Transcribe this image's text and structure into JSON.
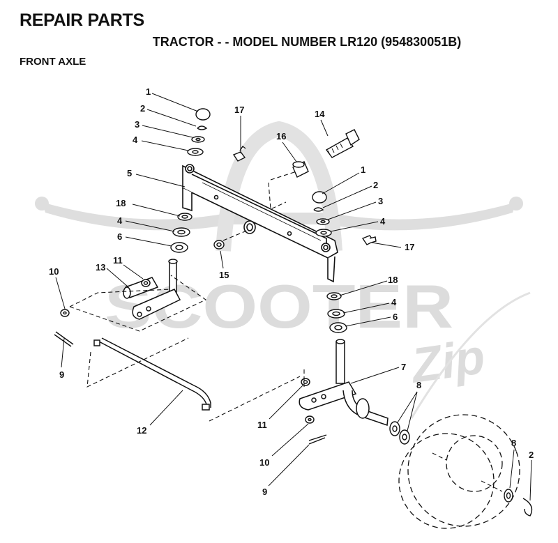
{
  "header": {
    "title": "REPAIR PARTS",
    "subtitle": "TRACTOR - - MODEL NUMBER LR120 (954830051B)",
    "section": "FRONT AXLE"
  },
  "watermark": {
    "brand": "SCOOTER",
    "script": "Zip",
    "color": "#dcdcdc"
  },
  "callouts": [
    {
      "id": "c1a",
      "label": "1"
    },
    {
      "id": "c2a",
      "label": "2"
    },
    {
      "id": "c3a",
      "label": "3"
    },
    {
      "id": "c4a",
      "label": "4"
    },
    {
      "id": "c5",
      "label": "5"
    },
    {
      "id": "c17a",
      "label": "17"
    },
    {
      "id": "c14",
      "label": "14"
    },
    {
      "id": "c16",
      "label": "16"
    },
    {
      "id": "c1b",
      "label": "1"
    },
    {
      "id": "c2b",
      "label": "2"
    },
    {
      "id": "c3b",
      "label": "3"
    },
    {
      "id": "c4b",
      "label": "4"
    },
    {
      "id": "c17b",
      "label": "17"
    },
    {
      "id": "c18a",
      "label": "18"
    },
    {
      "id": "c4c",
      "label": "4"
    },
    {
      "id": "c6a",
      "label": "6"
    },
    {
      "id": "c15",
      "label": "15"
    },
    {
      "id": "c10a",
      "label": "10"
    },
    {
      "id": "c11a",
      "label": "11"
    },
    {
      "id": "c13",
      "label": "13"
    },
    {
      "id": "c9a",
      "label": "9"
    },
    {
      "id": "c18b",
      "label": "18"
    },
    {
      "id": "c4d",
      "label": "4"
    },
    {
      "id": "c6b",
      "label": "6"
    },
    {
      "id": "c7",
      "label": "7"
    },
    {
      "id": "c8a",
      "label": "8"
    },
    {
      "id": "c12",
      "label": "12"
    },
    {
      "id": "c11b",
      "label": "11"
    },
    {
      "id": "c10b",
      "label": "10"
    },
    {
      "id": "c9b",
      "label": "9"
    },
    {
      "id": "c8b",
      "label": "8"
    },
    {
      "id": "c2c",
      "label": "2"
    }
  ]
}
